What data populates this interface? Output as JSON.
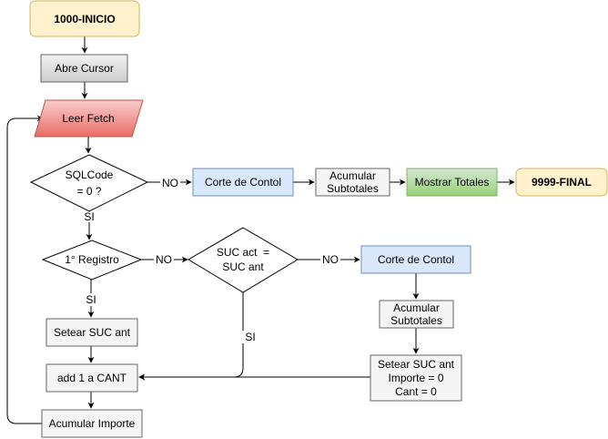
{
  "nodes": {
    "inicio": "1000-INICIO",
    "abre_cursor": "Abre Cursor",
    "leer_fetch": "Leer Fetch",
    "sqlcode": [
      "SQLCode",
      "= 0 ?"
    ],
    "corte_1": "Corte de Contol",
    "acumular_1": [
      "Acumular",
      "Subtotales"
    ],
    "mostrar_totales": "Mostrar Totales",
    "final": "9999-FINAL",
    "primer_registro": "1° Registro",
    "suc_act": [
      "SUC act  =",
      "SUC ant"
    ],
    "corte_2": "Corte de Contol",
    "acumular_2": [
      "Acumular",
      "Subtotales"
    ],
    "setear_suc_1": "Setear SUC ant",
    "add_cant": "add 1 a CANT",
    "setear_suc_2": [
      "Setear SUC ant",
      "Importe = 0",
      "Cant = 0"
    ],
    "acumular_importe": "Acumular Importe"
  },
  "edges": {
    "no_sqlcode": "NO",
    "si_sqlcode": "SI",
    "no_registro": "NO",
    "si_registro": "SI",
    "no_suc": "NO",
    "si_suc": "SI"
  },
  "colors": {
    "start_fill": "#fff2cc",
    "start_stroke": "#d6b656",
    "gray_fill": "#e6e6e6",
    "gray_stroke": "#666666",
    "red_fill": "#f8cecc",
    "red_stroke": "#b85450",
    "blue_fill": "#dae8fc",
    "blue_stroke": "#6c8ebf",
    "green_fill": "#a9d18e",
    "green_stroke": "#82b366",
    "plain_fill": "#f5f5f5",
    "plain_stroke": "#666666"
  }
}
